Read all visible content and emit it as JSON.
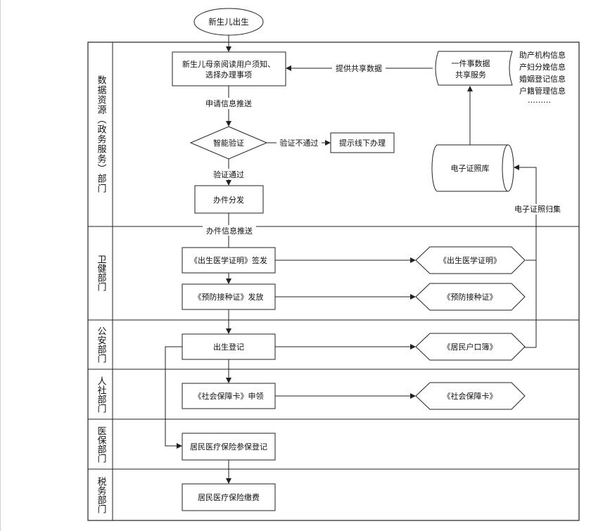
{
  "start": "新生儿出生",
  "lanes": [
    {
      "id": "data",
      "label": "数据资源（政务服务）部门"
    },
    {
      "id": "health",
      "label": "卫健部门"
    },
    {
      "id": "police",
      "label": "公安部门"
    },
    {
      "id": "hr",
      "label": "人社部门"
    },
    {
      "id": "medins",
      "label": "医保部门"
    },
    {
      "id": "tax",
      "label": "税务部门"
    }
  ],
  "nodes": {
    "read_notice_line1": "新生儿母亲阅读用户须知、",
    "read_notice_line2": "选择办理事项",
    "verify": "智能验证",
    "offline": "提示线下办理",
    "dispatch": "办件分发",
    "one_thing_line1": "一件事数据",
    "one_thing_line2": "共享服务",
    "cert_lib": "电子证照库",
    "birth_cert_issue": "《出生医学证明》签发",
    "vaccine_issue": "《预防接种证》发放",
    "birth_register": "出生登记",
    "social_card_apply": "《社会保障卡》申领",
    "med_insurance_register": "居民医疗保险参保登记",
    "med_insurance_pay": "居民医疗保险缴费"
  },
  "outputs": {
    "birth_cert": "《出生医学证明》",
    "vaccine_cert": "《预防接种证》",
    "household_book": "《居民户口簿》",
    "social_card": "《社会保障卡》"
  },
  "edge_labels": {
    "apply_push": "申请信息推送",
    "fail": "验证不通过",
    "pass": "验证通过",
    "case_push": "办件信息推送",
    "share_data": "提供共享数据",
    "archive": "电子证照归集"
  },
  "data_sources": [
    "助产机构信息",
    "产妇分娩信息",
    "婚姻登记信息",
    "户籍管理信息",
    "………"
  ]
}
